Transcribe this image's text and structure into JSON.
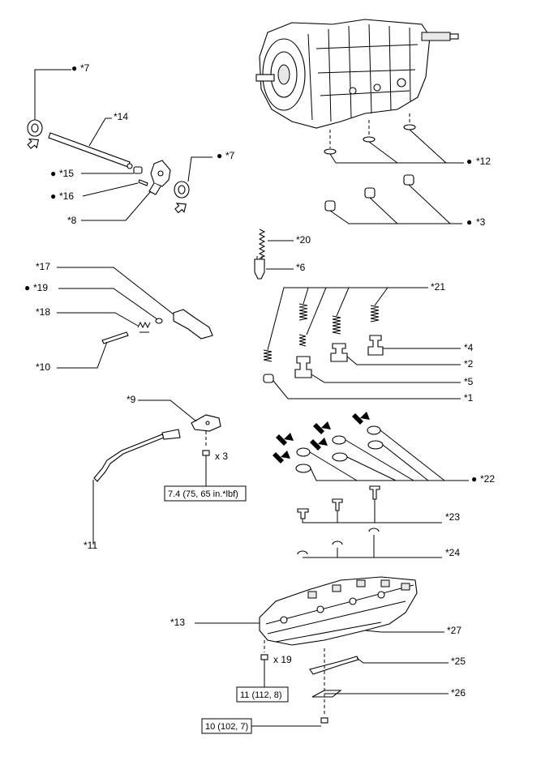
{
  "callouts": {
    "c7_upper": "*7",
    "c14": "*14",
    "c15": "*15",
    "c16": "*16",
    "c8": "*8",
    "c7_right": "*7",
    "c12": "*12",
    "c3": "*3",
    "c20": "*20",
    "c6": "*6",
    "c17": "*17",
    "c19": "*19",
    "c18": "*18",
    "c10": "*10",
    "c21": "*21",
    "c4": "*4",
    "c2": "*2",
    "c5": "*5",
    "c1": "*1",
    "c9": "*9",
    "c11": "*11",
    "c22": "*22",
    "c23": "*23",
    "c24": "*24",
    "c13": "*13",
    "c27": "*27",
    "c25": "*25",
    "c26": "*26"
  },
  "bullet": "●",
  "quantities": {
    "bolts_manual_lever": "x 3",
    "bolts_valve_body": "x 19"
  },
  "torque": {
    "manual_lever": "7.4 (75, 65 in.*lbf)",
    "valve_body": "11 (112, 8)",
    "detent": "10 (102, 7)"
  }
}
